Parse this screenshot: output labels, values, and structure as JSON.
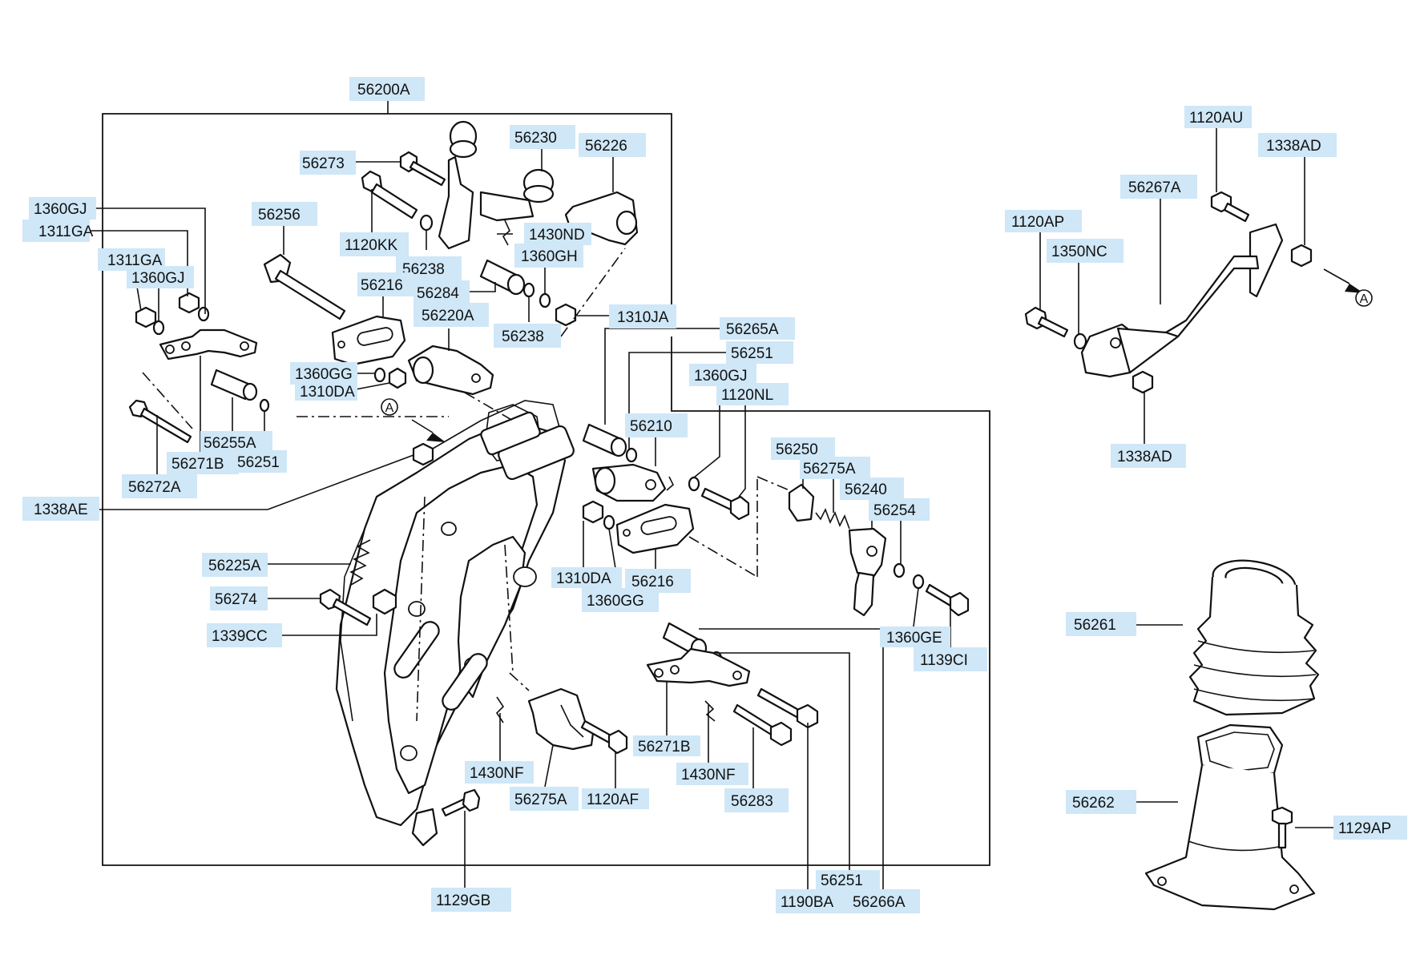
{
  "diagram": {
    "reference_marker": "A",
    "labels": [
      {
        "id": "56200A",
        "text": "56200A"
      },
      {
        "id": "56273",
        "text": "56273"
      },
      {
        "id": "56230",
        "text": "56230"
      },
      {
        "id": "56226",
        "text": "56226"
      },
      {
        "id": "1360GJ_a",
        "text": "1360GJ"
      },
      {
        "id": "1311GA_a",
        "text": "1311GA"
      },
      {
        "id": "56256",
        "text": "56256"
      },
      {
        "id": "1120KK",
        "text": "1120KK"
      },
      {
        "id": "1430ND",
        "text": "1430ND"
      },
      {
        "id": "1311GA_b",
        "text": "1311GA"
      },
      {
        "id": "1360GJ_b",
        "text": "1360GJ"
      },
      {
        "id": "56238_a",
        "text": "56238"
      },
      {
        "id": "1360GH",
        "text": "1360GH"
      },
      {
        "id": "56216_a",
        "text": "56216"
      },
      {
        "id": "56284",
        "text": "56284"
      },
      {
        "id": "56220A",
        "text": "56220A"
      },
      {
        "id": "56238_b",
        "text": "56238"
      },
      {
        "id": "1310JA",
        "text": "1310JA"
      },
      {
        "id": "56265A",
        "text": "56265A"
      },
      {
        "id": "56251_a",
        "text": "56251"
      },
      {
        "id": "1360GG_a",
        "text": "1360GG"
      },
      {
        "id": "1310DA_a",
        "text": "1310DA"
      },
      {
        "id": "1360GJ_c",
        "text": "1360GJ"
      },
      {
        "id": "1120NL",
        "text": "1120NL"
      },
      {
        "id": "56210",
        "text": "56210"
      },
      {
        "id": "56255A",
        "text": "56255A"
      },
      {
        "id": "56271B_a",
        "text": "56271B"
      },
      {
        "id": "56251_b",
        "text": "56251"
      },
      {
        "id": "56250",
        "text": "56250"
      },
      {
        "id": "56275A_a",
        "text": "56275A"
      },
      {
        "id": "56272A",
        "text": "56272A"
      },
      {
        "id": "56240",
        "text": "56240"
      },
      {
        "id": "1338AE",
        "text": "1338AE"
      },
      {
        "id": "56254",
        "text": "56254"
      },
      {
        "id": "56225A",
        "text": "56225A"
      },
      {
        "id": "1310DA_b",
        "text": "1310DA"
      },
      {
        "id": "56216_b",
        "text": "56216"
      },
      {
        "id": "56274",
        "text": "56274"
      },
      {
        "id": "1360GG_b",
        "text": "1360GG"
      },
      {
        "id": "1339CC",
        "text": "1339CC"
      },
      {
        "id": "1360GE",
        "text": "1360GE"
      },
      {
        "id": "1139CI",
        "text": "1139CI"
      },
      {
        "id": "56271B_b",
        "text": "56271B"
      },
      {
        "id": "1430NF_a",
        "text": "1430NF"
      },
      {
        "id": "1430NF_b",
        "text": "1430NF"
      },
      {
        "id": "56275A_b",
        "text": "56275A"
      },
      {
        "id": "1120AF",
        "text": "1120AF"
      },
      {
        "id": "56283",
        "text": "56283"
      },
      {
        "id": "1129GB",
        "text": "1129GB"
      },
      {
        "id": "56251_c",
        "text": "56251"
      },
      {
        "id": "1190BA",
        "text": "1190BA"
      },
      {
        "id": "56266A",
        "text": "56266A"
      },
      {
        "id": "1120AU",
        "text": "1120AU"
      },
      {
        "id": "1338AD_a",
        "text": "1338AD"
      },
      {
        "id": "56267A",
        "text": "56267A"
      },
      {
        "id": "1120AP",
        "text": "1120AP"
      },
      {
        "id": "1350NC",
        "text": "1350NC"
      },
      {
        "id": "1338AD_b",
        "text": "1338AD"
      },
      {
        "id": "56261",
        "text": "56261"
      },
      {
        "id": "56262",
        "text": "56262"
      },
      {
        "id": "1129AP",
        "text": "1129AP"
      }
    ]
  }
}
